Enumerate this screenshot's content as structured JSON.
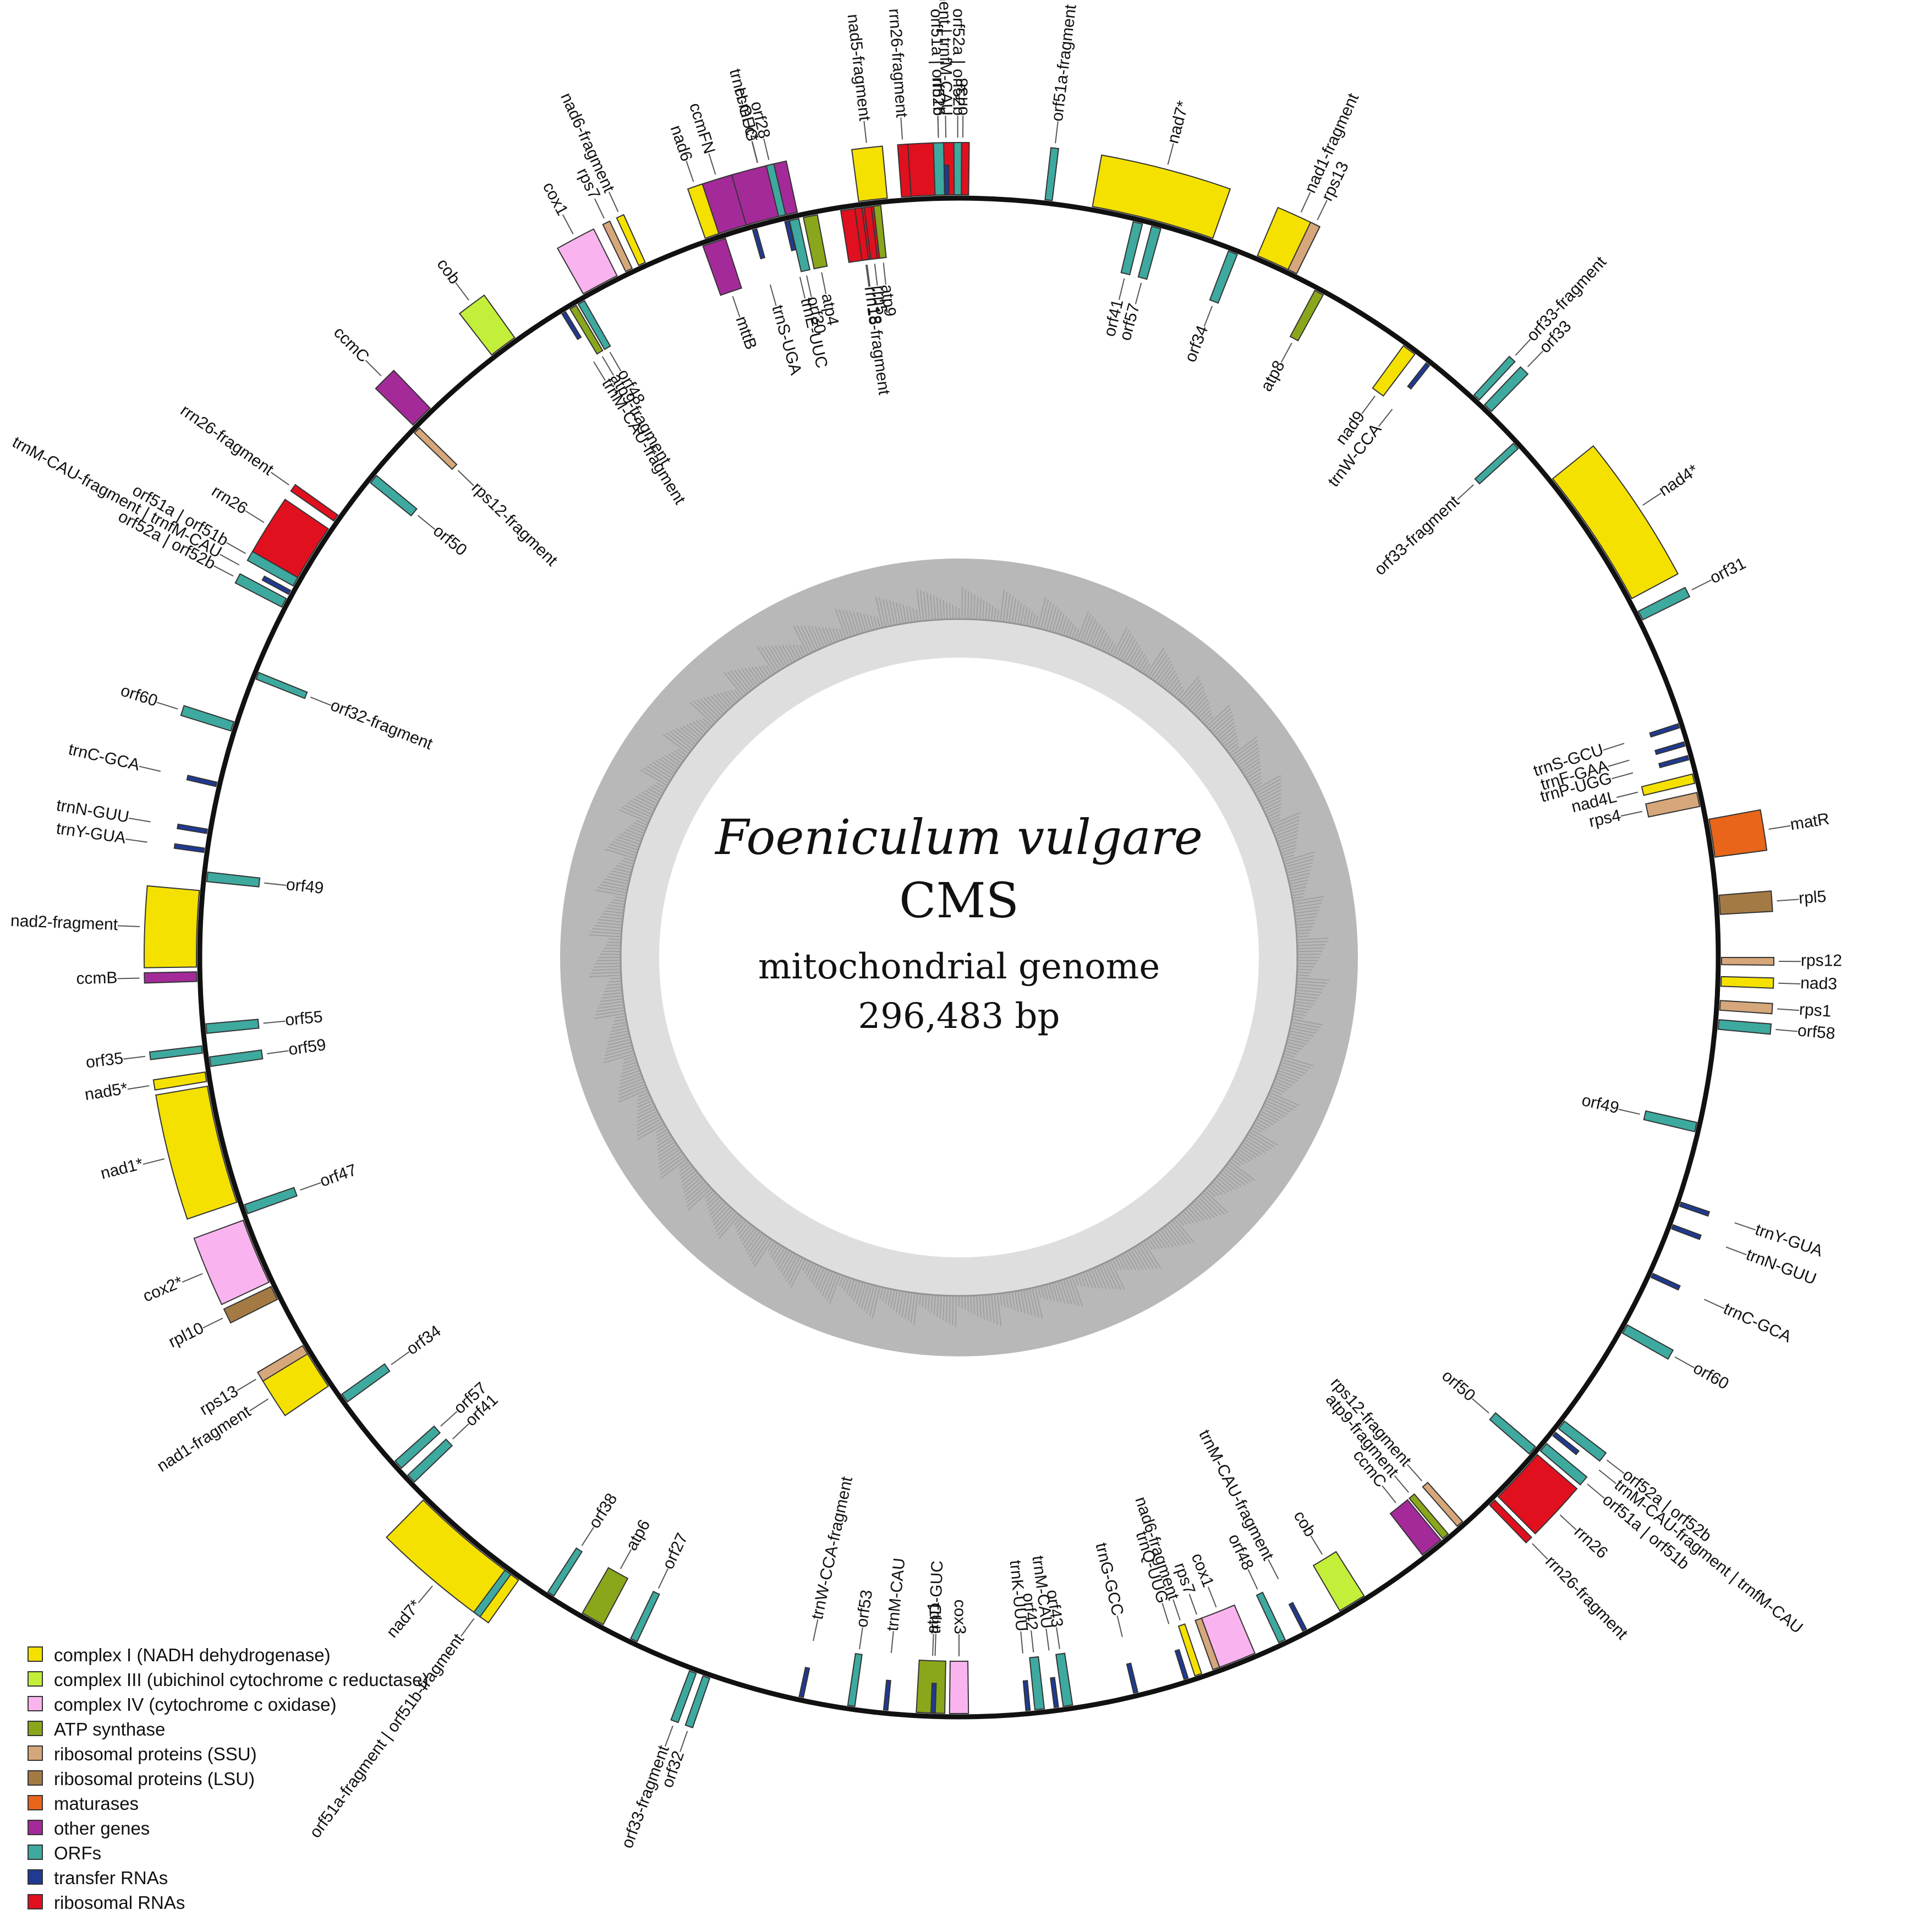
{
  "title": "Foeniculum vulgare",
  "strain": "CMS",
  "subtitle": "mitochondrial genome",
  "size_label": "296,483 bp",
  "colors": {
    "complex_I": "#f5e100",
    "complex_III": "#c3ef3a",
    "complex_IV": "#f9b4ef",
    "atp": "#8aa61b",
    "ssu": "#d6a77a",
    "lsu": "#a47a44",
    "maturase": "#e8651a",
    "other": "#a32a98",
    "orf": "#3ea99f",
    "trna": "#1f3a93",
    "rrna": "#e0101f"
  },
  "legend": [
    {
      "label": "complex I (NADH dehydrogenase)",
      "color": "#f5e100"
    },
    {
      "label": "complex III (ubichinol cytochrome c reductase)",
      "color": "#c3ef3a"
    },
    {
      "label": "complex IV (cytochrome c oxidase)",
      "color": "#f9b4ef"
    },
    {
      "label": "ATP synthase",
      "color": "#8aa61b"
    },
    {
      "label": "ribosomal proteins (SSU)",
      "color": "#d6a77a"
    },
    {
      "label": "ribosomal proteins (LSU)",
      "color": "#a47a44"
    },
    {
      "label": "maturases",
      "color": "#e8651a"
    },
    {
      "label": "other genes",
      "color": "#a32a98"
    },
    {
      "label": "ORFs",
      "color": "#3ea99f"
    },
    {
      "label": "transfer RNAs",
      "color": "#1f3a93"
    },
    {
      "label": "ribosomal RNAs",
      "color": "#e0101f"
    }
  ],
  "genes": [
    {
      "name": "orf38",
      "pos": 0.0,
      "len": 0.001,
      "strand": "out",
      "type": "orf"
    },
    {
      "name": "orf51a-fragment | orf51b-fragment",
      "pos": 0.018,
      "len": 0.001,
      "strand": "out",
      "type": "orf"
    },
    {
      "name": "nad7*",
      "pos": 0.028,
      "len": 0.026,
      "strand": "out",
      "type": "complex_I"
    },
    {
      "name": "orf41",
      "pos": 0.037,
      "len": 0.002,
      "strand": "in",
      "type": "orf"
    },
    {
      "name": "orf57",
      "pos": 0.041,
      "len": 0.002,
      "strand": "in",
      "type": "orf"
    },
    {
      "name": "nad1-fragment",
      "pos": 0.064,
      "len": 0.009,
      "strand": "out",
      "type": "complex_I"
    },
    {
      "name": "rps13",
      "pos": 0.071,
      "len": 0.002,
      "strand": "out",
      "type": "ssu"
    },
    {
      "name": "orf34",
      "pos": 0.058,
      "len": 0.002,
      "strand": "in",
      "type": "orf"
    },
    {
      "name": "atp8",
      "pos": 0.078,
      "len": 0.002,
      "strand": "in",
      "type": "atp"
    },
    {
      "name": "nad9",
      "pos": 0.1,
      "len": 0.003,
      "strand": "in",
      "type": "complex_I"
    },
    {
      "name": "trnW-CCA",
      "pos": 0.106,
      "len": 0.001,
      "strand": "in",
      "type": "trna"
    },
    {
      "name": "orf33-fragment",
      "pos": 0.118,
      "len": 0.001,
      "strand": "out",
      "type": "orf"
    },
    {
      "name": "orf33",
      "pos": 0.121,
      "len": 0.002,
      "strand": "out",
      "type": "orf"
    },
    {
      "name": "orf33-fragment",
      "pos": 0.131,
      "len": 0.001,
      "strand": "in",
      "type": "orf"
    },
    {
      "name": "nad4*",
      "pos": 0.142,
      "len": 0.03,
      "strand": "out",
      "type": "complex_I"
    },
    {
      "name": "orf31",
      "pos": 0.175,
      "len": 0.002,
      "strand": "out",
      "type": "orf"
    },
    {
      "name": "trnS-GCU",
      "pos": 0.2,
      "len": 0.001,
      "strand": "in",
      "type": "trna"
    },
    {
      "name": "trnF-GAA",
      "pos": 0.204,
      "len": 0.001,
      "strand": "in",
      "type": "trna"
    },
    {
      "name": "trnP-UGG",
      "pos": 0.207,
      "len": 0.001,
      "strand": "in",
      "type": "trna"
    },
    {
      "name": "nad4L",
      "pos": 0.211,
      "len": 0.002,
      "strand": "in",
      "type": "complex_I"
    },
    {
      "name": "rps4",
      "pos": 0.215,
      "len": 0.003,
      "strand": "in",
      "type": "ssu"
    },
    {
      "name": "matR",
      "pos": 0.221,
      "len": 0.008,
      "strand": "out",
      "type": "maturase"
    },
    {
      "name": "rpl5",
      "pos": 0.237,
      "len": 0.004,
      "strand": "out",
      "type": "lsu"
    },
    {
      "name": "rps12",
      "pos": 0.25,
      "len": 0.001,
      "strand": "out",
      "type": "ssu"
    },
    {
      "name": "nad3",
      "pos": 0.254,
      "len": 0.002,
      "strand": "out",
      "type": "complex_I"
    },
    {
      "name": "rps1",
      "pos": 0.259,
      "len": 0.002,
      "strand": "out",
      "type": "ssu"
    },
    {
      "name": "orf58",
      "pos": 0.263,
      "len": 0.002,
      "strand": "out",
      "type": "orf"
    },
    {
      "name": "orf49",
      "pos": 0.285,
      "len": 0.002,
      "strand": "in",
      "type": "orf"
    },
    {
      "name": "trnY-GUA",
      "pos": 0.302,
      "len": 0.001,
      "strand": "out",
      "type": "trna"
    },
    {
      "name": "trnN-GUU",
      "pos": 0.307,
      "len": 0.001,
      "strand": "out",
      "type": "trna"
    },
    {
      "name": "trnC-GCA",
      "pos": 0.318,
      "len": 0.001,
      "strand": "out",
      "type": "trna"
    },
    {
      "name": "orf60",
      "pos": 0.33,
      "len": 0.002,
      "strand": "out",
      "type": "orf"
    },
    {
      "name": "orf52a | orf52b",
      "pos": 0.354,
      "len": 0.002,
      "strand": "out",
      "type": "orf"
    },
    {
      "name": "trnM-CAU-fragment | trnfM-CAU",
      "pos": 0.357,
      "len": 0.001,
      "strand": "out",
      "type": "trna"
    },
    {
      "name": "orf51a | orf51b",
      "pos": 0.36,
      "len": 0.002,
      "strand": "out",
      "type": "orf"
    },
    {
      "name": "rrn26",
      "pos": 0.363,
      "len": 0.012,
      "strand": "out",
      "type": "rrna"
    },
    {
      "name": "rrn26-fragment",
      "pos": 0.376,
      "len": 0.001,
      "strand": "out",
      "type": "rrna"
    },
    {
      "name": "orf50",
      "pos": 0.362,
      "len": 0.002,
      "strand": "in",
      "type": "orf"
    },
    {
      "name": "rps12-fragment",
      "pos": 0.384,
      "len": 0.001,
      "strand": "in",
      "type": "ssu"
    },
    {
      "name": "atp9-fragment",
      "pos": 0.388,
      "len": 0.001,
      "strand": "in",
      "type": "atp"
    },
    {
      "name": "ccmC",
      "pos": 0.39,
      "len": 0.005,
      "strand": "in",
      "type": "other"
    },
    {
      "name": "cob",
      "pos": 0.41,
      "len": 0.006,
      "strand": "in",
      "type": "complex_III"
    },
    {
      "name": "trnM-CAU-fragment",
      "pos": 0.424,
      "len": 0.001,
      "strand": "in",
      "type": "trna"
    },
    {
      "name": "orf48",
      "pos": 0.429,
      "len": 0.001,
      "strand": "in",
      "type": "orf"
    },
    {
      "name": "cox1",
      "pos": 0.436,
      "len": 0.008,
      "strand": "in",
      "type": "complex_IV"
    },
    {
      "name": "rps7",
      "pos": 0.444,
      "len": 0.001,
      "strand": "in",
      "type": "ssu"
    },
    {
      "name": "nad6-fragment",
      "pos": 0.448,
      "len": 0.001,
      "strand": "in",
      "type": "complex_I"
    },
    {
      "name": "trnQ-UUG",
      "pos": 0.451,
      "len": 0.001,
      "strand": "in",
      "type": "trna"
    },
    {
      "name": "trnG-GCC",
      "pos": 0.462,
      "len": 0.001,
      "strand": "in",
      "type": "trna"
    },
    {
      "name": "orf43",
      "pos": 0.476,
      "len": 0.002,
      "strand": "in",
      "type": "orf"
    },
    {
      "name": "trnM-CAU",
      "pos": 0.479,
      "len": 0.001,
      "strand": "in",
      "type": "trna"
    },
    {
      "name": "orf42",
      "pos": 0.482,
      "len": 0.002,
      "strand": "in",
      "type": "orf"
    },
    {
      "name": "trnK-UUU",
      "pos": 0.485,
      "len": 0.001,
      "strand": "in",
      "type": "trna"
    },
    {
      "name": "cox3",
      "pos": 0.498,
      "len": 0.004,
      "strand": "in",
      "type": "complex_IV"
    },
    {
      "name": "atp1",
      "pos": 0.503,
      "len": 0.006,
      "strand": "in",
      "type": "atp"
    },
    {
      "name": "trnD-GUC",
      "pos": 0.505,
      "len": 0.001,
      "strand": "in",
      "type": "trna"
    },
    {
      "name": "trnM-CAU",
      "pos": 0.515,
      "len": 0.001,
      "strand": "in",
      "type": "trna"
    },
    {
      "name": "orf53",
      "pos": 0.522,
      "len": 0.001,
      "strand": "in",
      "type": "orf"
    },
    {
      "name": "trnW-CCA-fragment",
      "pos": 0.533,
      "len": 0.001,
      "strand": "in",
      "type": "trna"
    },
    {
      "name": "orf32",
      "pos": 0.553,
      "len": 0.001,
      "strand": "out",
      "type": "orf"
    },
    {
      "name": "orf33-fragment",
      "pos": 0.556,
      "len": 0.001,
      "strand": "out",
      "type": "orf"
    },
    {
      "name": "orf27",
      "pos": 0.57,
      "len": 0.001,
      "strand": "in",
      "type": "orf"
    },
    {
      "name": "atp6",
      "pos": 0.578,
      "len": 0.005,
      "strand": "in",
      "type": "atp"
    },
    {
      "name": "orf38",
      "pos": 0.59,
      "len": 0.001,
      "strand": "in",
      "type": "orf"
    },
    {
      "name": "nad7*",
      "pos": 0.598,
      "len": 0.026,
      "strand": "out",
      "type": "complex_I"
    },
    {
      "name": "orf51a-fragment | orf51b-fragment",
      "pos": 0.6,
      "len": 0.001,
      "strand": "out",
      "type": "orf"
    },
    {
      "name": "orf41",
      "pos": 0.628,
      "len": 0.002,
      "strand": "in",
      "type": "orf"
    },
    {
      "name": "orf57",
      "pos": 0.632,
      "len": 0.002,
      "strand": "in",
      "type": "orf"
    },
    {
      "name": "nad1-fragment",
      "pos": 0.655,
      "len": 0.009,
      "strand": "out",
      "type": "complex_I"
    },
    {
      "name": "rps13",
      "pos": 0.663,
      "len": 0.002,
      "strand": "out",
      "type": "ssu"
    },
    {
      "name": "orf34",
      "pos": 0.65,
      "len": 0.002,
      "strand": "in",
      "type": "orf"
    },
    {
      "name": "rpl10",
      "pos": 0.676,
      "len": 0.003,
      "strand": "out",
      "type": "lsu"
    },
    {
      "name": "cox2*",
      "pos": 0.68,
      "len": 0.014,
      "strand": "out",
      "type": "complex_IV"
    },
    {
      "name": "orf47",
      "pos": 0.695,
      "len": 0.002,
      "strand": "in",
      "type": "orf"
    },
    {
      "name": "nad1*",
      "pos": 0.698,
      "len": 0.025,
      "strand": "out",
      "type": "complex_I"
    },
    {
      "name": "nad5*",
      "pos": 0.724,
      "len": 0.002,
      "strand": "out",
      "type": "complex_I"
    },
    {
      "name": "orf59",
      "pos": 0.727,
      "len": 0.002,
      "strand": "in",
      "type": "orf"
    },
    {
      "name": "orf35",
      "pos": 0.73,
      "len": 0.001,
      "strand": "out",
      "type": "orf"
    },
    {
      "name": "orf55",
      "pos": 0.734,
      "len": 0.002,
      "strand": "in",
      "type": "orf"
    },
    {
      "name": "ccmB",
      "pos": 0.745,
      "len": 0.002,
      "strand": "out",
      "type": "other"
    },
    {
      "name": "nad2-fragment",
      "pos": 0.748,
      "len": 0.016,
      "strand": "out",
      "type": "complex_I"
    },
    {
      "name": "orf49",
      "pos": 0.766,
      "len": 0.002,
      "strand": "in",
      "type": "orf"
    },
    {
      "name": "trnY-GUA",
      "pos": 0.772,
      "len": 0.001,
      "strand": "out",
      "type": "trna"
    },
    {
      "name": "trnN-GUU",
      "pos": 0.776,
      "len": 0.001,
      "strand": "out",
      "type": "trna"
    },
    {
      "name": "trnC-GCA",
      "pos": 0.786,
      "len": 0.001,
      "strand": "out",
      "type": "trna"
    },
    {
      "name": "orf60",
      "pos": 0.798,
      "len": 0.002,
      "strand": "out",
      "type": "orf"
    },
    {
      "name": "orf32-fragment",
      "pos": 0.81,
      "len": 0.001,
      "strand": "in",
      "type": "orf"
    },
    {
      "name": "orf52a | orf52b",
      "pos": 0.826,
      "len": 0.002,
      "strand": "out",
      "type": "orf"
    },
    {
      "name": "trnM-CAU-fragment | trnfM-CAU",
      "pos": 0.829,
      "len": 0.001,
      "strand": "out",
      "type": "trna"
    },
    {
      "name": "orf51a | orf51b",
      "pos": 0.831,
      "len": 0.002,
      "strand": "out",
      "type": "orf"
    },
    {
      "name": "rrn26",
      "pos": 0.833,
      "len": 0.012,
      "strand": "out",
      "type": "rrna"
    },
    {
      "name": "rrn26-fragment",
      "pos": 0.847,
      "len": 0.001,
      "strand": "out",
      "type": "rrna"
    },
    {
      "name": "orf50",
      "pos": 0.858,
      "len": 0.002,
      "strand": "in",
      "type": "orf"
    },
    {
      "name": "rps12-fragment",
      "pos": 0.872,
      "len": 0.001,
      "strand": "in",
      "type": "ssu"
    },
    {
      "name": "ccmC",
      "pos": 0.873,
      "len": 0.005,
      "strand": "out",
      "type": "other"
    },
    {
      "name": "cob",
      "pos": 0.895,
      "len": 0.006,
      "strand": "out",
      "type": "complex_III"
    },
    {
      "name": "trnM-CAU-fragment",
      "pos": 0.912,
      "len": 0.001,
      "strand": "in",
      "type": "trna"
    },
    {
      "name": "atp9-fragment",
      "pos": 0.914,
      "len": 0.001,
      "strand": "in",
      "type": "atp"
    },
    {
      "name": "orf48",
      "pos": 0.916,
      "len": 0.001,
      "strand": "in",
      "type": "orf"
    },
    {
      "name": "cox1",
      "pos": 0.918,
      "len": 0.008,
      "strand": "out",
      "type": "complex_IV"
    },
    {
      "name": "rps7",
      "pos": 0.928,
      "len": 0.001,
      "strand": "out",
      "type": "ssu"
    },
    {
      "name": "nad6-fragment",
      "pos": 0.931,
      "len": 0.001,
      "strand": "out",
      "type": "complex_I"
    },
    {
      "name": "ccmFN",
      "pos": 0.948,
      "len": 0.008,
      "strand": "out",
      "type": "other"
    },
    {
      "name": "mttB",
      "pos": 0.945,
      "len": 0.005,
      "strand": "in",
      "type": "other"
    },
    {
      "name": "trnS-UGA",
      "pos": 0.956,
      "len": 0.001,
      "strand": "in",
      "type": "trna"
    },
    {
      "name": "trnH-GUG",
      "pos": 0.96,
      "len": 0.001,
      "strand": "out",
      "type": "trna"
    },
    {
      "name": "trnE-UUC",
      "pos": 0.963,
      "len": 0.001,
      "strand": "in",
      "type": "trna"
    },
    {
      "name": "nad6",
      "pos": 0.946,
      "len": 0.003,
      "strand": "out",
      "type": "complex_I"
    },
    {
      "name": "ccmFc*",
      "pos": 0.955,
      "len": 0.011,
      "strand": "out",
      "type": "other"
    },
    {
      "name": "orf28",
      "pos": 0.962,
      "len": 0.001,
      "strand": "out",
      "type": "orf"
    },
    {
      "name": "orf30",
      "pos": 0.964,
      "len": 0.002,
      "strand": "in",
      "type": "orf"
    },
    {
      "name": "atp4",
      "pos": 0.967,
      "len": 0.003,
      "strand": "in",
      "type": "atp"
    },
    {
      "name": "nad5-fragment",
      "pos": 0.979,
      "len": 0.006,
      "strand": "out",
      "type": "complex_I"
    },
    {
      "name": "rrn18",
      "pos": 0.975,
      "len": 0.008,
      "strand": "in",
      "type": "rrna"
    },
    {
      "name": "rrn18-fragment",
      "pos": 0.978,
      "len": 0.001,
      "strand": "in",
      "type": "rrna"
    },
    {
      "name": "rrn5",
      "pos": 0.98,
      "len": 0.001,
      "strand": "in",
      "type": "rrna"
    },
    {
      "name": "atp9",
      "pos": 0.982,
      "len": 0.001,
      "strand": "in",
      "type": "atp"
    },
    {
      "name": "rrn26-fragment",
      "pos": 0.988,
      "len": 0.002,
      "strand": "out",
      "type": "rrna"
    },
    {
      "name": "rrn26",
      "pos": 0.99,
      "len": 0.012,
      "strand": "out",
      "type": "rrna"
    },
    {
      "name": "orf51a | orf51b",
      "pos": 0.995,
      "len": 0.002,
      "strand": "out",
      "type": "orf"
    },
    {
      "name": "trnM-CAU-fragment | trnfM-CAU",
      "pos": 0.997,
      "len": 0.001,
      "strand": "out",
      "type": "trna"
    },
    {
      "name": "orf52a | orf52b",
      "pos": 0.999,
      "len": 0.001,
      "strand": "out",
      "type": "orf"
    }
  ]
}
